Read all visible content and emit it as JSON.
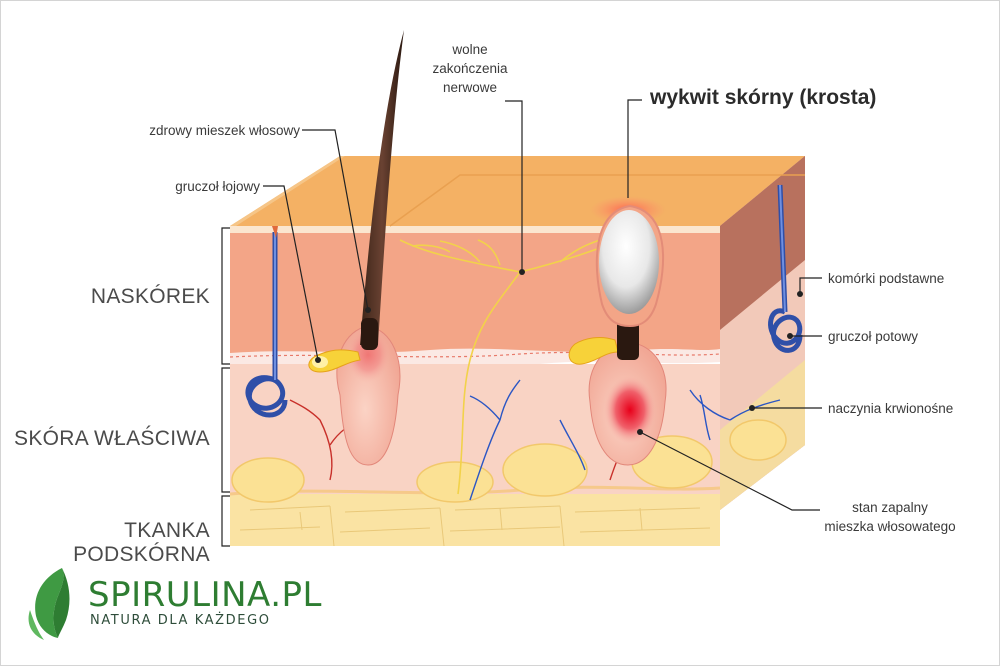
{
  "title": "wykwit skórny (krosta)",
  "labels": {
    "nerves": [
      "wolne",
      "zakończenia",
      "nerwowe"
    ],
    "healthy_follicle": "zdrowy mieszek włosowy",
    "sebaceous_gland": "gruczoł łojowy",
    "basal_cells": "komórki podstawne",
    "sweat_gland": "gruczoł potowy",
    "blood_vessels": "naczynia krwionośne",
    "inflamed_follicle": [
      "stan zapalny",
      "mieszka włosowatego"
    ]
  },
  "layers": {
    "epidermis": "NASKÓREK",
    "dermis": "SKÓRA WŁAŚCIWA",
    "hypodermis": "TKANKA PODSKÓRNA"
  },
  "logo": {
    "name": "SPIRULINA",
    "suffix": ".PL",
    "tagline": "NATURA DLA KAŻDEGO"
  },
  "colors": {
    "epidermis_top": "#f4b164",
    "epidermis": "#f3a587",
    "dermis": "#f9d3c4",
    "hypodermis": "#fae3a3",
    "fat": "#fbe194",
    "brand_green": "#2e7d32"
  }
}
